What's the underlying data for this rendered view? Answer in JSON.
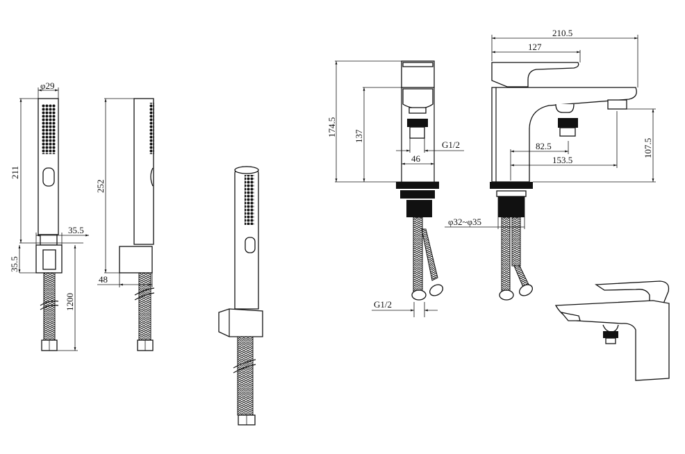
{
  "drawing": {
    "hand_shower_front": {
      "diameter": "φ29",
      "height": "211",
      "bracket_width": "35.5",
      "bracket_height": "35.5",
      "hose_length": "1200"
    },
    "hand_shower_side": {
      "height": "252",
      "bracket_depth": "48"
    },
    "faucet_front": {
      "height_total": "174.5",
      "height_spout": "137",
      "thread": "G1/2",
      "width": "46",
      "hose_thread": "G1/2"
    },
    "faucet_side": {
      "length_total": "210.5",
      "lever_length": "127",
      "offset_1": "82.5",
      "offset_2": "153.5",
      "spout_height": "107.5",
      "hole_diameter": "φ32~φ35"
    }
  }
}
